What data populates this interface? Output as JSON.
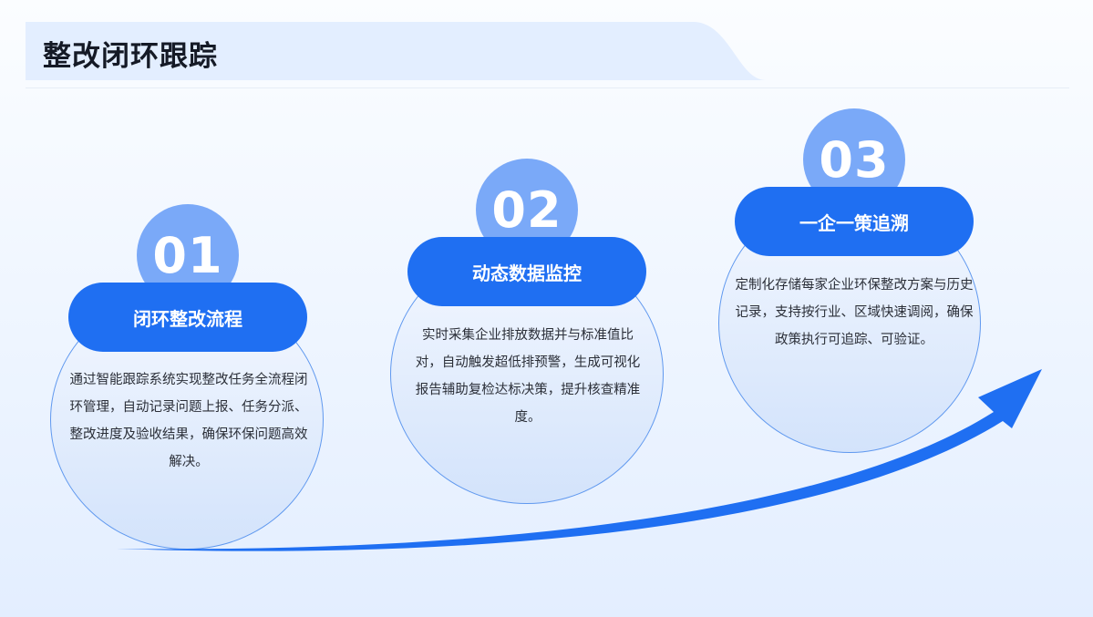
{
  "page": {
    "title": "整改闭环跟踪"
  },
  "steps": [
    {
      "number": "01",
      "heading": "闭环整改流程",
      "description": "通过智能跟踪系统实现整改任务全流程闭环管理，自动记录问题上报、任务分派、整改进度及验收结果，确保环保问题高效解决。"
    },
    {
      "number": "02",
      "heading": "动态数据监控",
      "description": "实时采集企业排放数据并与标准值比对，自动触发超低排预警，生成可视化报告辅助复检达标决策，提升核查精准度。"
    },
    {
      "number": "03",
      "heading": "一企一策追溯",
      "description": "定制化存储每家企业环保整改方案与历史记录，支持按行业、区域快速调阅，确保政策执行可追踪、可验证。"
    }
  ],
  "colors": {
    "accent": "#1f6ff2",
    "number_circle": "#7aa9f8",
    "card_border": "#5f98ef",
    "title_band": "#e3eeff"
  },
  "decor": {
    "trend_arrow": "up-right-arrow"
  }
}
